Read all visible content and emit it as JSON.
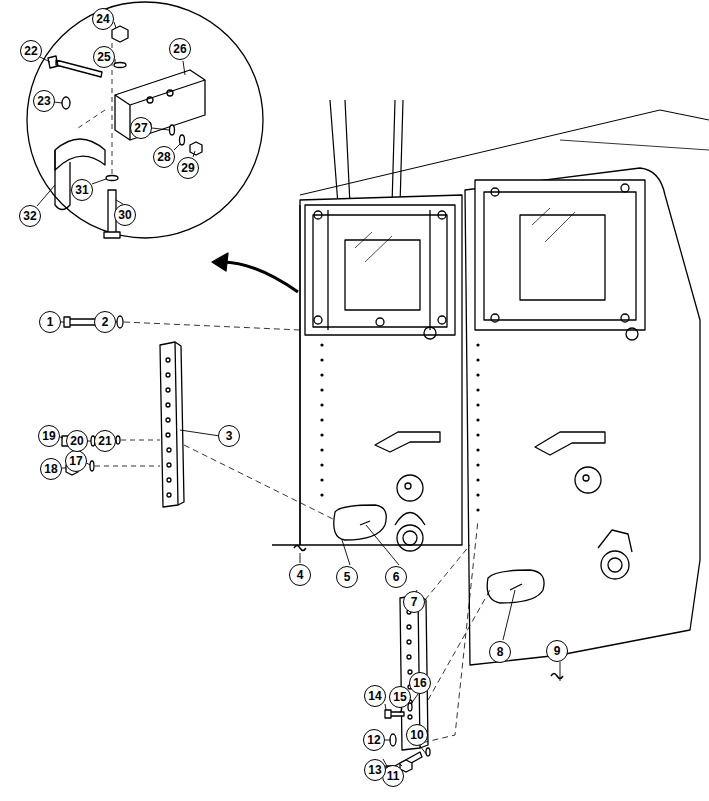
{
  "diagram": {
    "labels": [
      "1",
      "2",
      "3",
      "4",
      "5",
      "6",
      "7",
      "8",
      "9",
      "10",
      "11",
      "12",
      "13",
      "14",
      "15",
      "16",
      "17",
      "18",
      "19",
      "20",
      "21",
      "22",
      "23",
      "24",
      "25",
      "26",
      "27",
      "28",
      "29",
      "30",
      "31",
      "32"
    ]
  }
}
